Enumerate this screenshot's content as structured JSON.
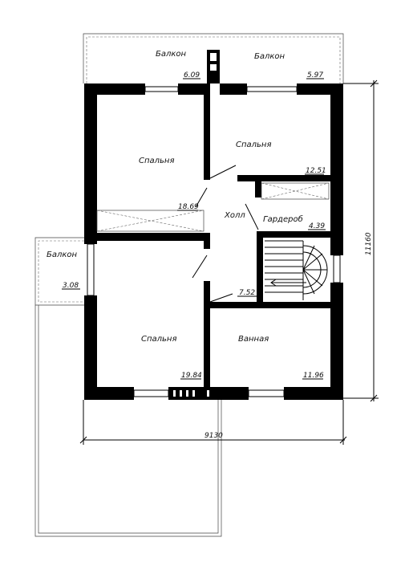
{
  "rooms": {
    "balcony_top_left": "Балкон",
    "balcony_top_right": "Балкон",
    "bedroom_top_left": "Спальня",
    "bedroom_top_right": "Спальня",
    "hall": "Холл",
    "wardrobe": "Гардероб",
    "balcony_left": "Балкон",
    "bedroom_bottom": "Спальня",
    "bathroom": "Ванная"
  },
  "areas": {
    "balcony_top_left": "6.09",
    "balcony_top_right": "5.97",
    "bedroom_top_right": "12.51",
    "bedroom_top_left": "18.69",
    "wardrobe": "4.39",
    "balcony_left": "3.08",
    "hall": "7.52",
    "bedroom_bottom": "19.84",
    "bathroom": "11.96"
  },
  "dimensions": {
    "width": "9130",
    "height": "11160"
  }
}
